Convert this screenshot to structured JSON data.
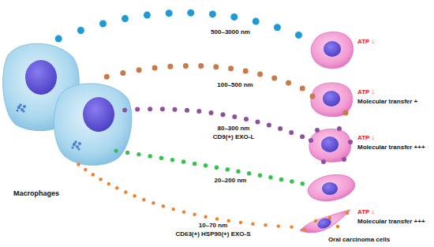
{
  "diagram": {
    "labels": [
      "500–3000 nm",
      "ATP ↓",
      "100–500 nm",
      "ATP ↓",
      "Molecular transfer +",
      "80–300 nm",
      "CD9(+) EXO-L",
      "ATP ↓",
      "Molecular transfer +++",
      "20–200 nm",
      "10–70 nm",
      "CD63(+) HSP90(+) EXO-S",
      "ATP ↓",
      "Molecular transfer +++",
      "Macrophages",
      "Oral carcinoma cells"
    ]
  }
}
